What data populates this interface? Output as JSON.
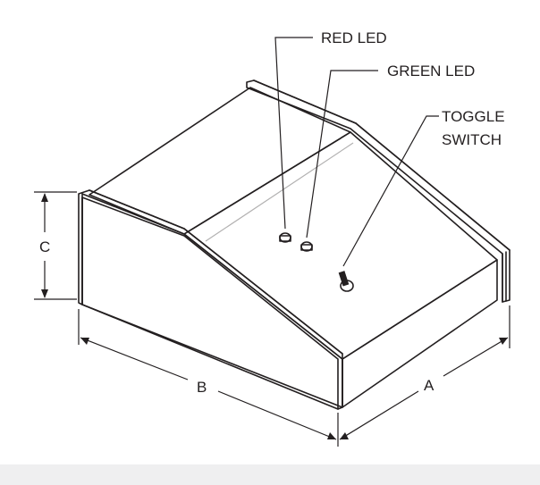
{
  "labels": {
    "red_led": "RED LED",
    "green_led": "GREEN LED",
    "toggle_switch_line1": "TOGGLE",
    "toggle_switch_line2": "SWITCH",
    "dim_a": "A",
    "dim_b": "B",
    "dim_c": "C"
  },
  "colors": {
    "ink": "#231f20",
    "paper": "#ffffff",
    "band": "#efeff0"
  }
}
